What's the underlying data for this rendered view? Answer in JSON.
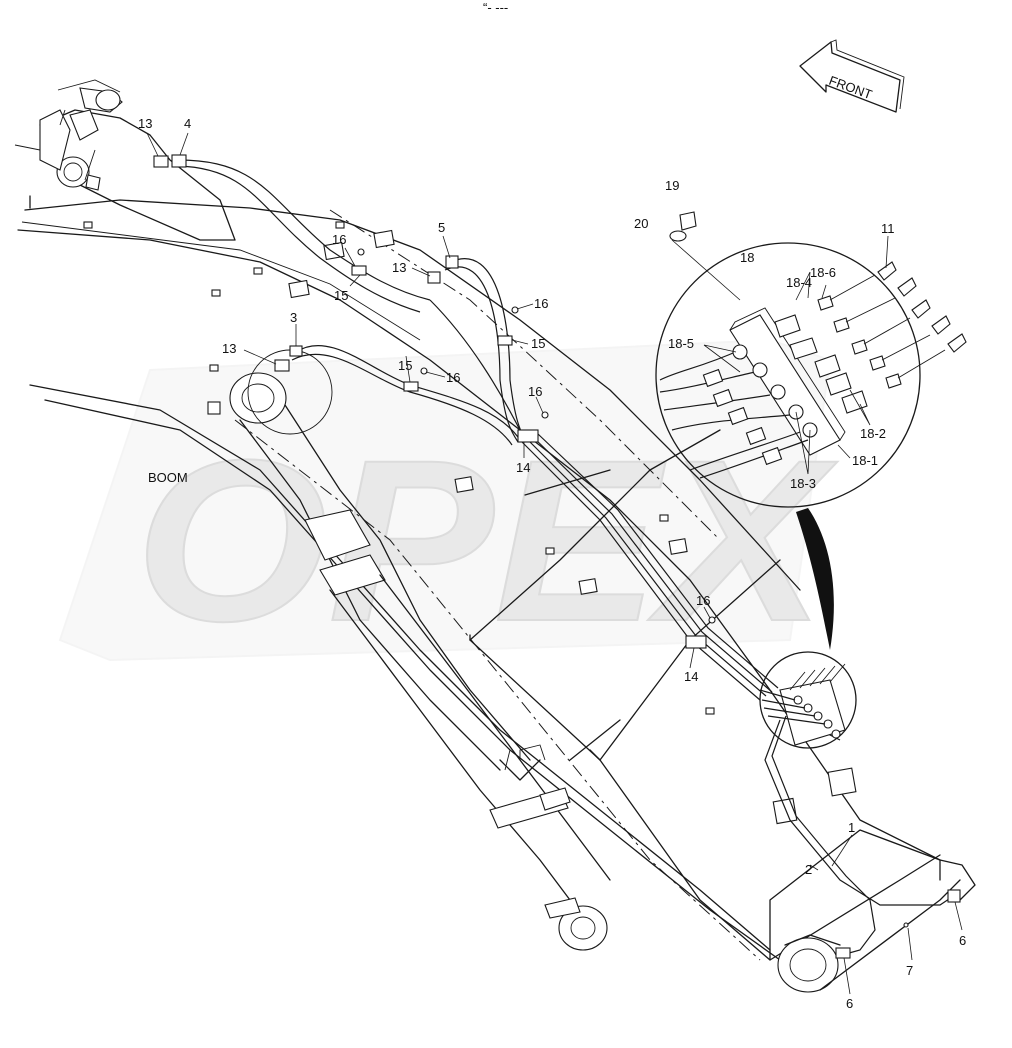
{
  "watermark": "OPEX",
  "header_mark": "“‐ ---",
  "direction_arrow": {
    "label": "FRONT"
  },
  "section_label": "BOOM",
  "callouts": {
    "c4": "4",
    "c13a": "13",
    "c16a": "16",
    "c15a": "15",
    "c13b": "13",
    "c5": "5",
    "c16b": "16",
    "c15b": "15",
    "c3": "3",
    "c13c": "13",
    "c15c": "15",
    "c16c": "16",
    "c16d": "16",
    "c14a": "14",
    "c16e": "16",
    "c14b": "14",
    "c19": "19",
    "c20": "20",
    "c18": "18",
    "c11": "11",
    "c18_4": "18-4",
    "c18_6": "18-6",
    "c18_5": "18-5",
    "c18_2": "18-2",
    "c18_1": "18-1",
    "c18_3": "18-3",
    "c1": "1",
    "c2": "2",
    "c6a": "6",
    "c6b": "6",
    "c7": "7"
  },
  "colors": {
    "line": "#1a1a1a",
    "watermark": "#ededed",
    "background": "#ffffff"
  }
}
